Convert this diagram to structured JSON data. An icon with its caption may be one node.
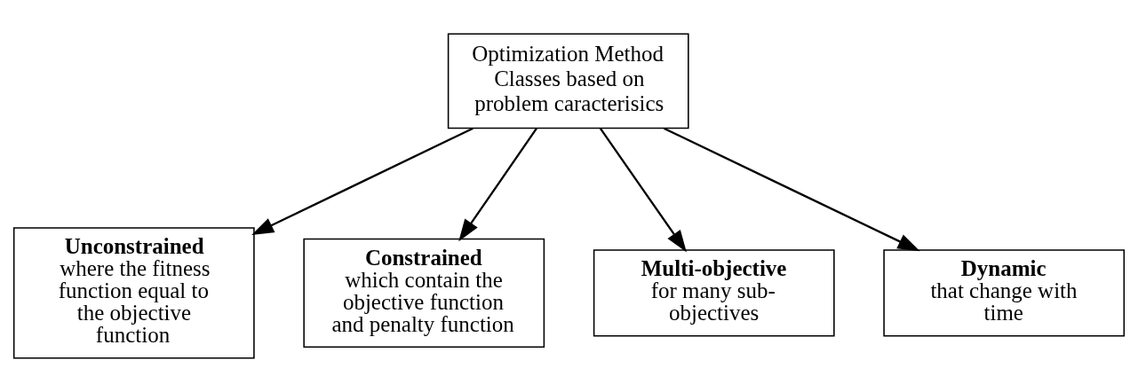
{
  "diagram": {
    "nodes": [
      {
        "text": [
          "Optimization Method Classes based on problem caracterisics"
        ]
      },
      {
        "text": [
          "Unconstrained",
          "where the fitness function equal to the objective function"
        ]
      },
      {
        "text": [
          "Constrained",
          "which contain the objective function and penalty function"
        ]
      },
      {
        "text": [
          "Multi-objective",
          "for many sub-objectives"
        ]
      },
      {
        "text": [
          "Dynamic",
          "that change with time"
        ]
      }
    ],
    "edges": [
      {
        "from": 0,
        "to": 1,
        "arrow": "to"
      },
      {
        "from": 0,
        "to": 2,
        "arrow": "to"
      },
      {
        "from": 0,
        "to": 3,
        "arrow": "to"
      },
      {
        "from": 0,
        "to": 4,
        "arrow": "to"
      }
    ]
  }
}
